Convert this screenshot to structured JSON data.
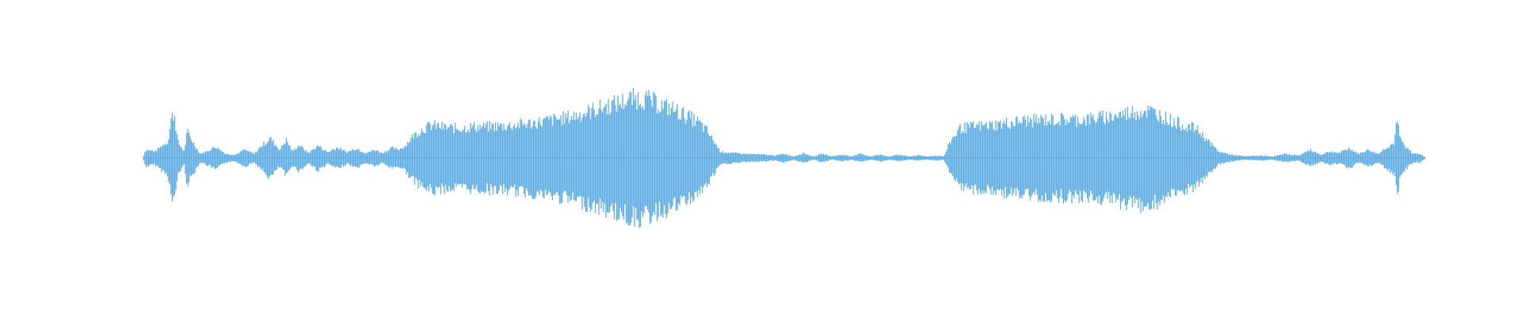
{
  "waveform": {
    "color": "#5dade2",
    "background": "#ffffff",
    "envelope": [
      [
        0.0,
        0.0
      ],
      [
        0.002,
        0.1
      ],
      [
        0.008,
        0.08
      ],
      [
        0.012,
        0.15
      ],
      [
        0.016,
        0.2
      ],
      [
        0.018,
        0.48
      ],
      [
        0.02,
        0.55
      ],
      [
        0.022,
        0.2
      ],
      [
        0.026,
        0.08
      ],
      [
        0.028,
        0.32
      ],
      [
        0.032,
        0.18
      ],
      [
        0.036,
        0.05
      ],
      [
        0.04,
        0.08
      ],
      [
        0.046,
        0.14
      ],
      [
        0.052,
        0.05
      ],
      [
        0.058,
        0.04
      ],
      [
        0.064,
        0.1
      ],
      [
        0.07,
        0.05
      ],
      [
        0.074,
        0.14
      ],
      [
        0.08,
        0.24
      ],
      [
        0.086,
        0.1
      ],
      [
        0.09,
        0.22
      ],
      [
        0.094,
        0.08
      ],
      [
        0.098,
        0.16
      ],
      [
        0.104,
        0.06
      ],
      [
        0.11,
        0.15
      ],
      [
        0.116,
        0.07
      ],
      [
        0.122,
        0.13
      ],
      [
        0.128,
        0.07
      ],
      [
        0.134,
        0.12
      ],
      [
        0.14,
        0.06
      ],
      [
        0.146,
        0.1
      ],
      [
        0.15,
        0.06
      ],
      [
        0.156,
        0.12
      ],
      [
        0.16,
        0.1
      ],
      [
        0.164,
        0.14
      ],
      [
        0.17,
        0.28
      ],
      [
        0.176,
        0.36
      ],
      [
        0.182,
        0.4
      ],
      [
        0.19,
        0.37
      ],
      [
        0.198,
        0.36
      ],
      [
        0.206,
        0.38
      ],
      [
        0.214,
        0.38
      ],
      [
        0.222,
        0.39
      ],
      [
        0.232,
        0.4
      ],
      [
        0.242,
        0.42
      ],
      [
        0.252,
        0.45
      ],
      [
        0.262,
        0.48
      ],
      [
        0.272,
        0.52
      ],
      [
        0.282,
        0.58
      ],
      [
        0.292,
        0.64
      ],
      [
        0.3,
        0.68
      ],
      [
        0.306,
        0.72
      ],
      [
        0.312,
        0.73
      ],
      [
        0.318,
        0.7
      ],
      [
        0.324,
        0.65
      ],
      [
        0.332,
        0.6
      ],
      [
        0.34,
        0.52
      ],
      [
        0.348,
        0.44
      ],
      [
        0.354,
        0.32
      ],
      [
        0.358,
        0.2
      ],
      [
        0.362,
        0.08
      ],
      [
        0.37,
        0.06
      ],
      [
        0.378,
        0.05
      ],
      [
        0.39,
        0.04
      ],
      [
        0.396,
        0.03
      ],
      [
        0.402,
        0.05
      ],
      [
        0.408,
        0.02
      ],
      [
        0.414,
        0.06
      ],
      [
        0.42,
        0.02
      ],
      [
        0.426,
        0.05
      ],
      [
        0.432,
        0.02
      ],
      [
        0.438,
        0.04
      ],
      [
        0.444,
        0.02
      ],
      [
        0.45,
        0.05
      ],
      [
        0.456,
        0.02
      ],
      [
        0.462,
        0.04
      ],
      [
        0.468,
        0.02
      ],
      [
        0.474,
        0.04
      ],
      [
        0.48,
        0.02
      ],
      [
        0.486,
        0.03
      ],
      [
        0.492,
        0.02
      ],
      [
        0.498,
        0.03
      ],
      [
        0.502,
        0.02
      ],
      [
        0.506,
        0.2
      ],
      [
        0.512,
        0.36
      ],
      [
        0.52,
        0.38
      ],
      [
        0.53,
        0.4
      ],
      [
        0.54,
        0.42
      ],
      [
        0.55,
        0.45
      ],
      [
        0.56,
        0.46
      ],
      [
        0.57,
        0.47
      ],
      [
        0.58,
        0.47
      ],
      [
        0.59,
        0.47
      ],
      [
        0.6,
        0.49
      ],
      [
        0.61,
        0.52
      ],
      [
        0.62,
        0.56
      ],
      [
        0.628,
        0.58
      ],
      [
        0.636,
        0.54
      ],
      [
        0.644,
        0.46
      ],
      [
        0.652,
        0.4
      ],
      [
        0.66,
        0.36
      ],
      [
        0.668,
        0.2
      ],
      [
        0.674,
        0.08
      ],
      [
        0.682,
        0.04
      ],
      [
        0.69,
        0.02
      ],
      [
        0.7,
        0.03
      ],
      [
        0.708,
        0.02
      ],
      [
        0.716,
        0.05
      ],
      [
        0.724,
        0.03
      ],
      [
        0.732,
        0.1
      ],
      [
        0.738,
        0.04
      ],
      [
        0.744,
        0.08
      ],
      [
        0.75,
        0.06
      ],
      [
        0.756,
        0.12
      ],
      [
        0.762,
        0.05
      ],
      [
        0.768,
        0.1
      ],
      [
        0.774,
        0.05
      ],
      [
        0.78,
        0.14
      ],
      [
        0.784,
        0.18
      ],
      [
        0.786,
        0.45
      ],
      [
        0.788,
        0.22
      ],
      [
        0.792,
        0.12
      ],
      [
        0.796,
        0.05
      ],
      [
        0.8,
        0.06
      ],
      [
        0.804,
        0.0
      ]
    ]
  }
}
